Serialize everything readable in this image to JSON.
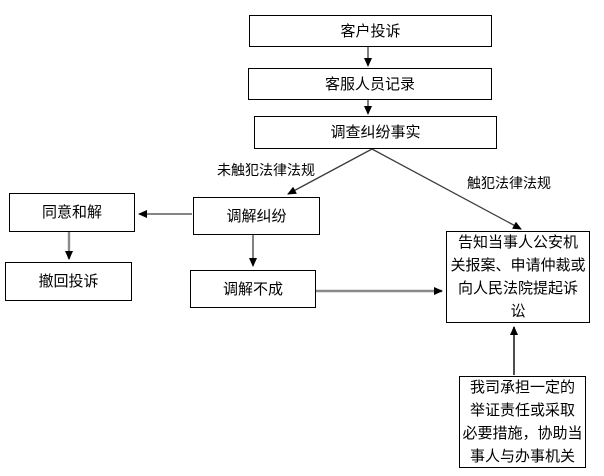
{
  "flowchart": {
    "colors": {
      "background": "#ffffff",
      "box_border": "#000000",
      "text": "#000000",
      "connector_thin": "#3c3c3c",
      "connector_thick_gray": "#8a8a8a",
      "connector_up": "#4d4d4d",
      "arrowhead": "#000000"
    },
    "nodes": [
      {
        "id": "customer-complaint",
        "label": "客户投诉"
      },
      {
        "id": "service-staff-record",
        "label": "客服人员记录"
      },
      {
        "id": "investigate-facts",
        "label": "调查纠纷事实"
      },
      {
        "id": "mediate-dispute",
        "label": "调解纠纷"
      },
      {
        "id": "agree-settlement",
        "label": "同意和解"
      },
      {
        "id": "withdraw-complaint",
        "label": "撤回投诉"
      },
      {
        "id": "mediation-failed",
        "label": "调解不成"
      },
      {
        "id": "inform-authorities",
        "label": "告知当事人公安机\n关报案、申请仲裁或\n向人民法院提起诉\n讼"
      },
      {
        "id": "company-assistance",
        "label": "我司承担一定的\n举证责任或采取\n必要措施，协助当\n事人与办事机关"
      }
    ],
    "edge_labels": [
      {
        "id": "no-law-violation",
        "label": "未触犯法律法规"
      },
      {
        "id": "law-violation",
        "label": "触犯法律法规"
      }
    ]
  }
}
